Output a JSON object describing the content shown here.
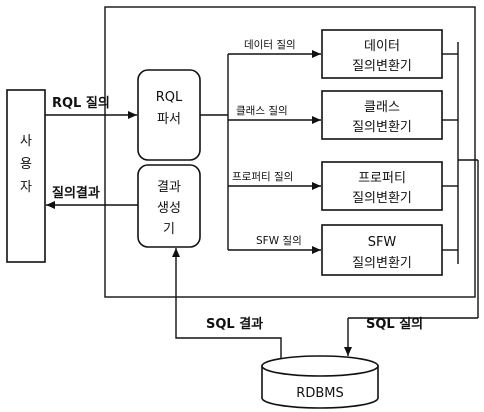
{
  "user": {
    "chars": [
      "사",
      "용",
      "자"
    ]
  },
  "parser": {
    "line1": "RQL",
    "line2": "파서"
  },
  "generator": {
    "line1": "결과",
    "line2": "생성",
    "line3": "기"
  },
  "converters": [
    {
      "line1": "데이터",
      "line2": "질의변환기",
      "query_label": "데이터 질의"
    },
    {
      "line1": "클래스",
      "line2": "질의변환기",
      "query_label": "클래스 질의"
    },
    {
      "line1": "프로퍼티",
      "line2": "질의변환기",
      "query_label": "프로퍼티 질의"
    },
    {
      "line1": "SFW",
      "line2": "질의변환기",
      "query_label": "SFW 질의"
    }
  ],
  "labels": {
    "rql_query": "RQL 질의",
    "query_result": "질의결과",
    "sql_result": "SQL 결과",
    "sql_query": "SQL 질의"
  },
  "database": {
    "label": "RDBMS"
  }
}
